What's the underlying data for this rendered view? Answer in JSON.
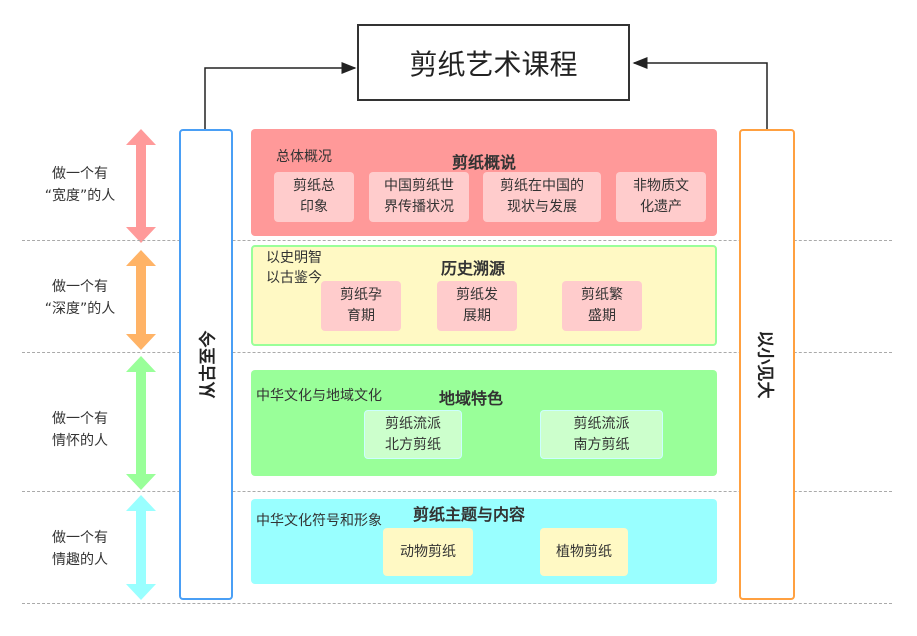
{
  "title": "剪纸艺术课程",
  "left_axis": "从古至今",
  "right_axis": "以小见大",
  "rows": [
    {
      "side_label": [
        "做一个有",
        "“宽度”的人"
      ],
      "color": "#ff9999",
      "arrow_color": "#ff9a9a",
      "title": "剪纸概说",
      "note": [
        "总体概况"
      ],
      "cards": [
        [
          "剪纸总",
          "印象"
        ],
        [
          "中国剪纸世",
          "界传播状况"
        ],
        [
          "剪纸在中国的",
          "现状与发展"
        ],
        [
          "非物质文",
          "化遗产"
        ]
      ]
    },
    {
      "side_label": [
        "做一个有",
        "“深度”的人"
      ],
      "color": "#fff9c4",
      "arrow_color": "#ffb366",
      "title": "历史溯源",
      "note": [
        "以史明智",
        "以古鉴今"
      ],
      "cards": [
        [
          "剪纸孕",
          "育期"
        ],
        [
          "剪纸发",
          "展期"
        ],
        [
          "剪纸繁",
          "盛期"
        ]
      ]
    },
    {
      "side_label": [
        "做一个有",
        "情怀的人"
      ],
      "color": "#99ff99",
      "arrow_color": "#99ff99",
      "title": "地域特色",
      "note": [
        "中华文化与地域文化"
      ],
      "cards": [
        [
          "剪纸流派",
          "北方剪纸"
        ],
        [
          "剪纸流派",
          "南方剪纸"
        ]
      ]
    },
    {
      "side_label": [
        "做一个有",
        "情趣的人"
      ],
      "color": "#99ffff",
      "arrow_color": "#99ffff",
      "title": "剪纸主题与内容",
      "note": [
        "中华文化符号和形象"
      ],
      "cards": [
        [
          "动物剪纸"
        ],
        [
          "植物剪纸"
        ]
      ]
    }
  ]
}
